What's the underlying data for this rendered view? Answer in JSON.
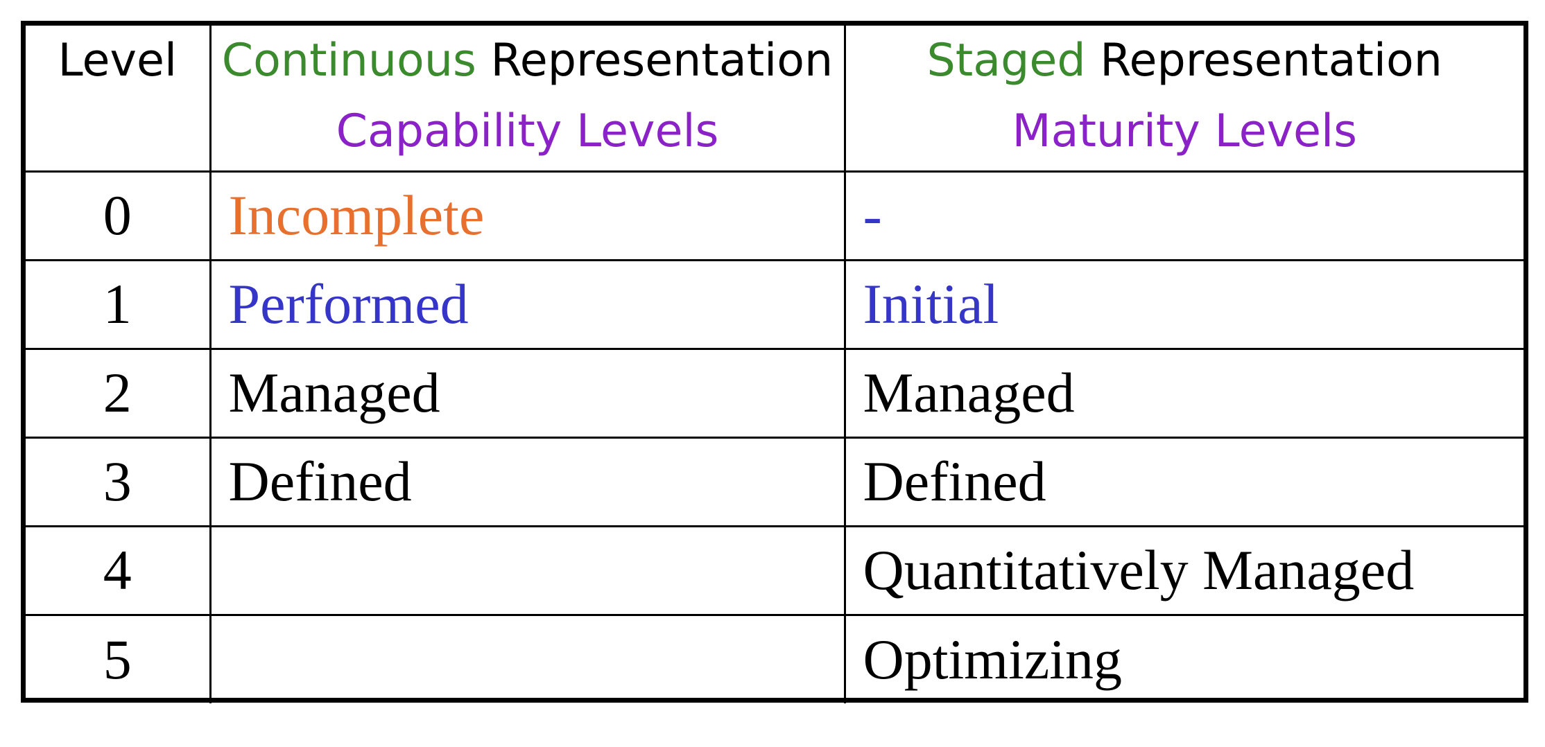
{
  "colors": {
    "green": "#3c8a2e",
    "purple": "#8b22c8",
    "orange": "#e8702f",
    "blue": "#3535c8",
    "black": "#000000"
  },
  "header": {
    "level": "Level",
    "continuous": {
      "emphasis": "Continuous",
      "rest": " Representation",
      "sublabel": "Capability Levels"
    },
    "staged": {
      "emphasis": "Staged",
      "rest": " Representation",
      "sublabel": "Maturity Levels"
    }
  },
  "rows": [
    {
      "level": "0",
      "capability": "Incomplete",
      "maturity": "-",
      "capability_color": "#e8702f",
      "maturity_color": "#3535c8"
    },
    {
      "level": "1",
      "capability": "Performed",
      "maturity": "Initial",
      "capability_color": "#3535c8",
      "maturity_color": "#3535c8"
    },
    {
      "level": "2",
      "capability": "Managed",
      "maturity": "Managed",
      "capability_color": "#000000",
      "maturity_color": "#000000"
    },
    {
      "level": "3",
      "capability": "Defined",
      "maturity": "Defined",
      "capability_color": "#000000",
      "maturity_color": "#000000"
    },
    {
      "level": "4",
      "capability": "",
      "maturity": "Quantitatively Managed",
      "capability_color": "#000000",
      "maturity_color": "#000000"
    },
    {
      "level": "5",
      "capability": "",
      "maturity": "Optimizing",
      "capability_color": "#000000",
      "maturity_color": "#000000"
    }
  ]
}
